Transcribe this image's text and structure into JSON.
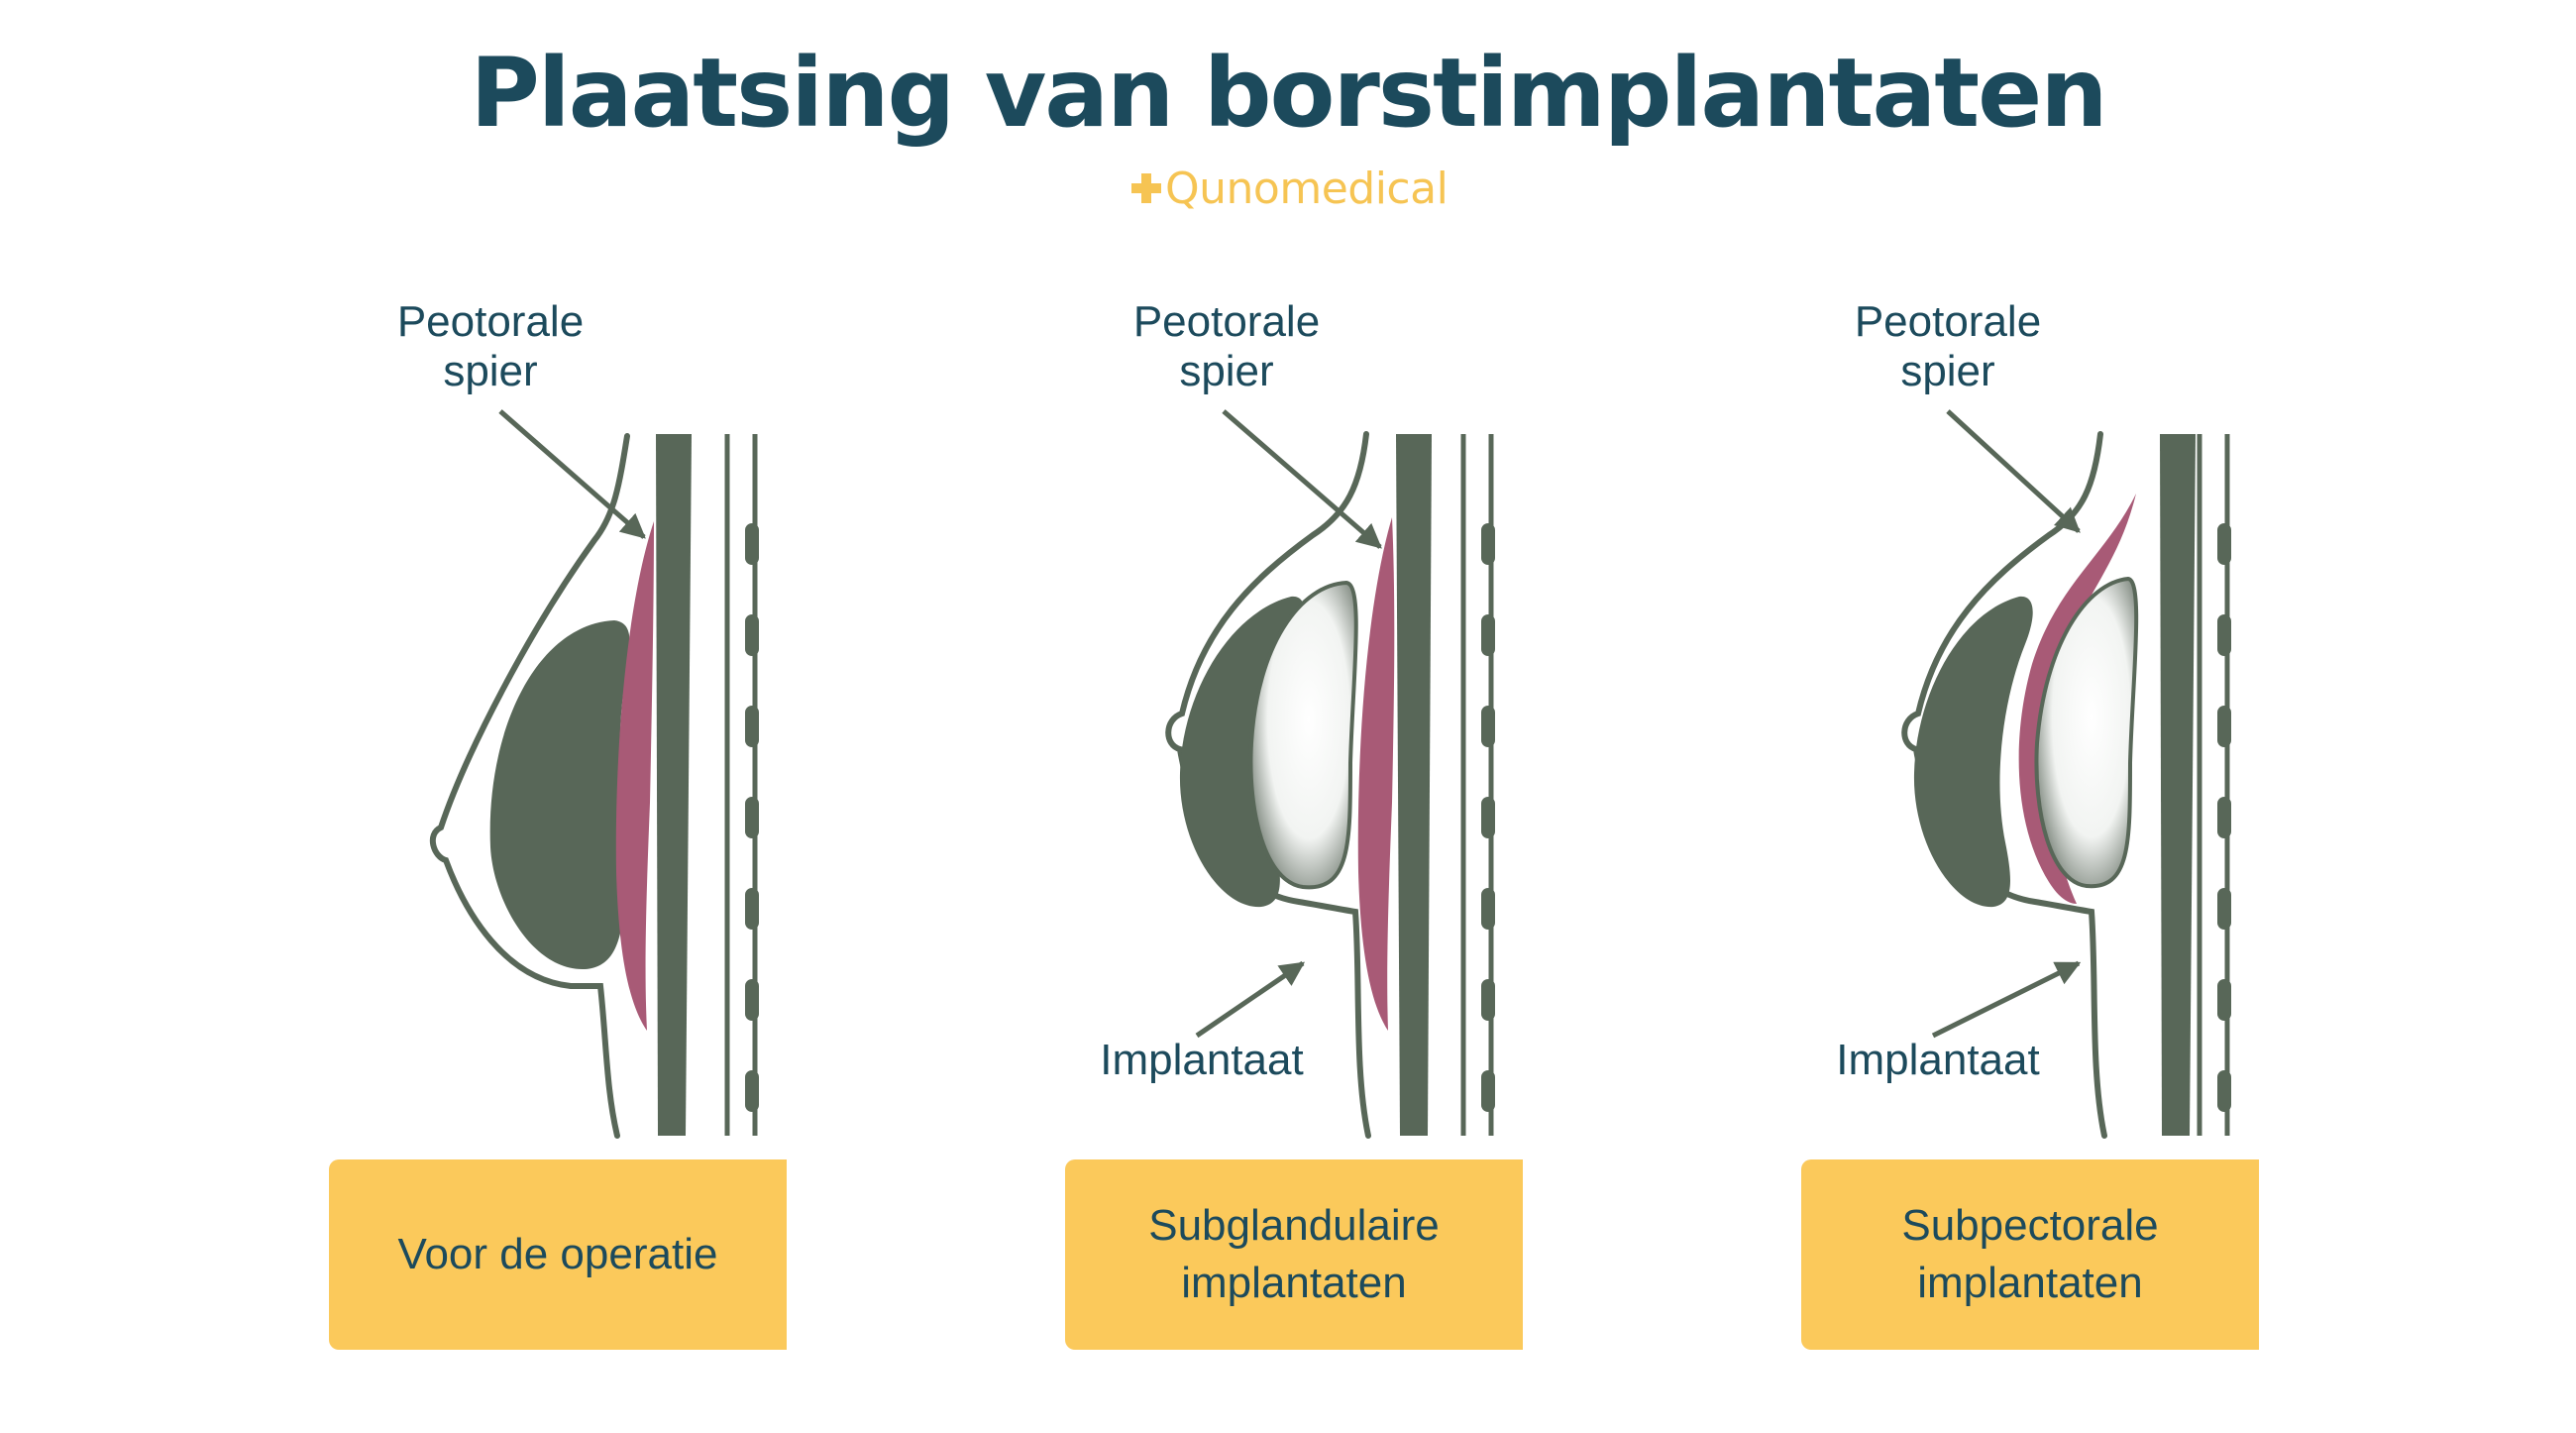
{
  "header": {
    "title": "Plaatsing van borstimplantaten",
    "logo_text": "Qunomedical"
  },
  "colors": {
    "title": "#1c4a5c",
    "logo": "#f6c453",
    "caption_bg": "#fbc95b",
    "tissue": "#586758",
    "muscle": "#a85a76",
    "implant": "#e8ebe8",
    "outline": "#3f4c40"
  },
  "panels": [
    {
      "muscle_label": "Peotorale\nspier",
      "implant_label": "",
      "caption": "Voor de operatie"
    },
    {
      "muscle_label": "Peotorale\nspier",
      "implant_label": "Implantaat",
      "caption": "Subglandulaire\nimplantaten"
    },
    {
      "muscle_label": "Peotorale\nspier",
      "implant_label": "Implantaat",
      "caption": "Subpectorale\nimplantaten"
    }
  ]
}
